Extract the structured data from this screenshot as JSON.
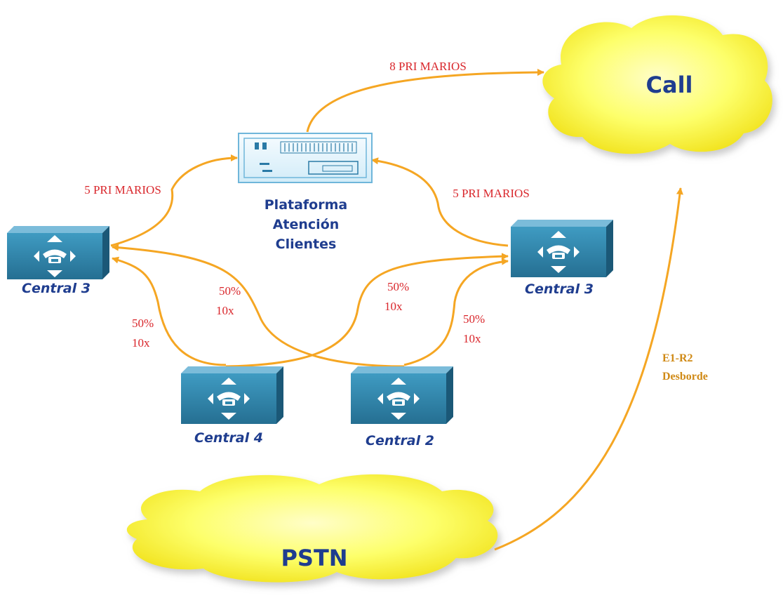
{
  "clouds": {
    "call": {
      "label": "Call"
    },
    "pstn": {
      "label": "PSTN"
    }
  },
  "platform": {
    "line1": "Plataforma",
    "line2": "Atención",
    "line3": "Clientes"
  },
  "switches": {
    "left": {
      "label": "Central 3"
    },
    "right": {
      "label": "Central 3"
    },
    "bottom_left": {
      "label": "Central 4"
    },
    "bottom_right": {
      "label": "Central 2"
    }
  },
  "links": {
    "platform_to_call": "8 PRI MARIOS",
    "left_to_platform": "5 PRI MARIOS",
    "right_to_platform": "5 PRI MARIOS",
    "mid_left_pct": "50%",
    "mid_left_x": "10x",
    "mid_right_pct": "50%",
    "mid_right_x": "10x",
    "low_left_pct": "50%",
    "low_left_x": "10x",
    "low_right_pct": "50%",
    "low_right_x": "10x",
    "pstn_line1": "E1-R2",
    "pstn_line2": "Desborde"
  },
  "colors": {
    "link": "#f5a623",
    "link_label": "#d9262b",
    "node_label": "#1f3d8f",
    "cloud_fill": "#fbff4a",
    "switch_face": "#2f87ad",
    "pstn_label": "#d08a16"
  }
}
